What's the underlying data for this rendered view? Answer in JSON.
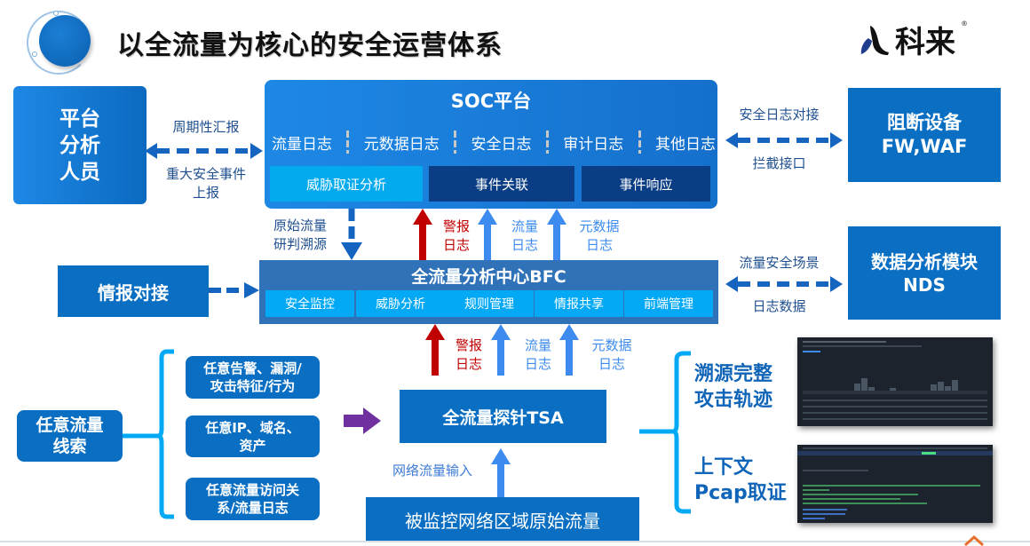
{
  "header": {
    "title": "以全流量为核心的安全运营体系",
    "brand": "科来",
    "brand_mark": "®"
  },
  "colors": {
    "primary_blue": "#0a6fc2",
    "soc_gradient_start": "#1e88e5",
    "light_blue": "#03a9f4",
    "dark_navy": "#0a3d84",
    "alert_red": "#c00000",
    "flow_blue": "#3d8bef",
    "purple_arrow": "#7030a0",
    "label_blue": "#1f4f8f"
  },
  "analyst_box": {
    "label_lines": [
      "平台",
      "分析",
      "人员"
    ]
  },
  "analyst_link": {
    "top_label": "周期性汇报",
    "bottom_label_lines": [
      "重大安全事件",
      "上报"
    ]
  },
  "soc": {
    "title": "SOC平台",
    "logs": [
      "流量日志",
      "元数据日志",
      "安全日志",
      "审计日志",
      "其他日志"
    ],
    "functions": [
      {
        "label": "威胁取证分析",
        "style": "light"
      },
      {
        "label": "事件关联",
        "style": "dark"
      },
      {
        "label": "事件响应",
        "style": "dark"
      }
    ]
  },
  "blocking_link": {
    "top_label": "安全日志对接",
    "bottom_label": "拦截接口"
  },
  "blocking_box": {
    "label_lines": [
      "阻断设备",
      "FW,WAF"
    ]
  },
  "soc_bfc_arrows": {
    "down_label_lines": [
      "原始流量",
      "研判溯源"
    ],
    "up_labels": [
      {
        "lines": [
          "警报",
          "日志"
        ],
        "color": "red"
      },
      {
        "lines": [
          "流量",
          "日志"
        ],
        "color": "blue"
      },
      {
        "lines": [
          "元数据",
          "日志"
        ],
        "color": "blue"
      }
    ]
  },
  "intel_box": {
    "label": "情报对接"
  },
  "bfc": {
    "title": "全流量分析中心BFC",
    "modules": [
      "安全监控",
      "威胁分析",
      "规则管理",
      "情报共享",
      "前端管理"
    ]
  },
  "nds_link": {
    "top_label": "流量安全场景",
    "bottom_label": "日志数据"
  },
  "nds_box": {
    "label_lines": [
      "数据分析模块",
      "NDS"
    ]
  },
  "bfc_tsa_arrows": {
    "up_labels": [
      {
        "lines": [
          "警报",
          "日志"
        ],
        "color": "red"
      },
      {
        "lines": [
          "流量",
          "日志"
        ],
        "color": "blue"
      },
      {
        "lines": [
          "元数据",
          "日志"
        ],
        "color": "blue"
      }
    ]
  },
  "clues": {
    "root": {
      "label_lines": [
        "任意流量",
        "线索"
      ]
    },
    "items": [
      {
        "label_lines": [
          "任意告警、漏洞/",
          "攻击特征/行为"
        ]
      },
      {
        "label_lines": [
          "任意IP、域名、",
          "资产"
        ]
      },
      {
        "label_lines": [
          "任意流量访问关",
          "系/流量日志"
        ]
      }
    ]
  },
  "tsa": {
    "label": "全流量探针TSA",
    "input_label": "网络流量输入",
    "source_label": "被监控网络区域原始流量"
  },
  "outcomes": [
    {
      "label_lines": [
        "溯源完整",
        "攻击轨迹"
      ],
      "screenshot": "attack-trace-dashboard"
    },
    {
      "label_lines": [
        "上下文",
        "Pcap取证"
      ],
      "screenshot": "pcap-decode-view"
    }
  ]
}
